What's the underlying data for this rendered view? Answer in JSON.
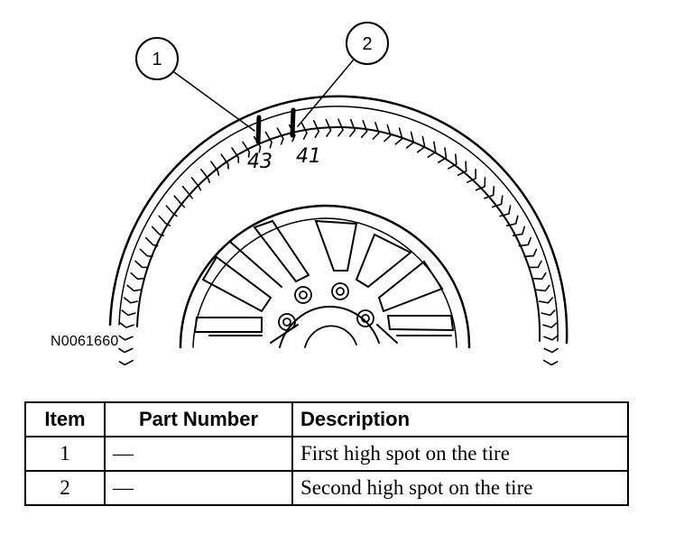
{
  "figure": {
    "id": "N0061660",
    "callouts": [
      {
        "number": "1"
      },
      {
        "number": "2"
      }
    ],
    "tire_marks": [
      {
        "value": "43"
      },
      {
        "value": "41"
      }
    ]
  },
  "table": {
    "headers": {
      "item": "Item",
      "part_number": "Part Number",
      "description": "Description"
    },
    "rows": [
      {
        "item": "1",
        "part_number": "—",
        "description": "First high spot on the tire"
      },
      {
        "item": "2",
        "part_number": "—",
        "description": "Second high spot on the tire"
      }
    ]
  }
}
